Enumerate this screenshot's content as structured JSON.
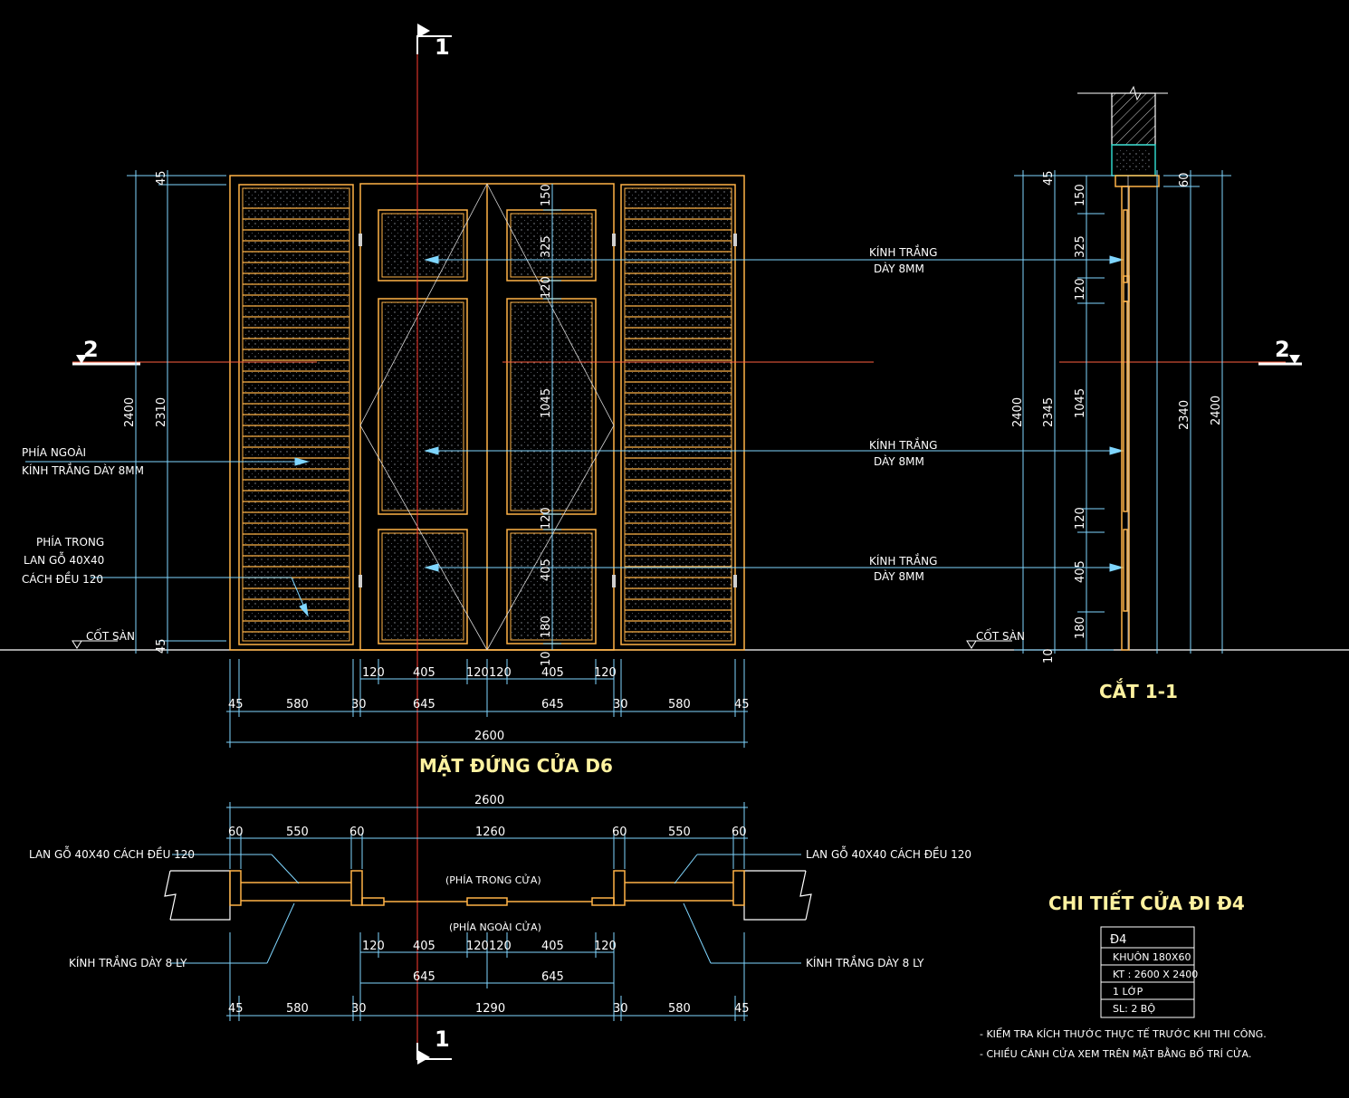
{
  "colors": {
    "background": "#000000",
    "frame": "#ffb347",
    "dimension": "#7fd6ff",
    "glass_hatch": "#9aa0a8",
    "cut_line": "#ff3b30",
    "text": "#ffffff",
    "title": "#fff2a0",
    "cyan_fill": "#2fd3c8"
  },
  "elevation": {
    "title": "MẶT ĐỨNG CỬA D6",
    "section_marker": "1",
    "cut_marker": "2",
    "callouts": {
      "outside_1": "PHÍA NGOÀI",
      "outside_2": "KÍNH TRẮNG DÀY 8MM",
      "inside_1": "PHÍA TRONG",
      "inside_2": "LAN GỖ 40X40",
      "inside_3": "CÁCH ĐỀU 120",
      "floor": "CỐT SÀN",
      "glass_1": "KÍNH TRẮNG",
      "glass_2": "DÀY 8MM"
    },
    "dims_bottom_row1": [
      "120",
      "405",
      "120",
      "120",
      "405",
      "120"
    ],
    "dims_bottom_row2": [
      "45",
      "580",
      "30",
      "645",
      "645",
      "30",
      "580",
      "45"
    ],
    "dim_total": "2600",
    "dims_left": [
      "45",
      "2400",
      "2310",
      "45"
    ],
    "dims_center": [
      "150",
      "325",
      "120",
      "1045",
      "120",
      "405",
      "180",
      "10"
    ]
  },
  "section": {
    "title": "CẮT 1-1",
    "floor": "CỐT SÀN",
    "dims_left": [
      "2400",
      "2345",
      "45",
      "10"
    ],
    "dims_inner": [
      "150",
      "325",
      "120",
      "1045",
      "120",
      "405",
      "180"
    ],
    "dims_right": [
      "60",
      "2340",
      "2400"
    ]
  },
  "plan": {
    "dims_top_total": "2600",
    "dims_top_row": [
      "60",
      "550",
      "60",
      "1260",
      "60",
      "550",
      "60"
    ],
    "inside_label": "(PHÍA TRONG CỬA)",
    "outside_label": "(PHÍA NGOÀI CỬA)",
    "callout_bar_left": "LAN GỖ 40X40 CÁCH ĐỀU 120",
    "callout_bar_right": "LAN GỖ 40X40 CÁCH ĐỀU 120",
    "callout_glass_left": "KÍNH TRẮNG DÀY 8 LY",
    "callout_glass_right": "KÍNH TRẮNG DÀY 8 LY",
    "dims_bottom_row1": [
      "120",
      "405",
      "120",
      "120",
      "405",
      "120"
    ],
    "dims_bottom_row2": [
      "645",
      "645"
    ],
    "dims_bottom_row3": [
      "45",
      "580",
      "30",
      "1290",
      "30",
      "580",
      "45"
    ]
  },
  "detail": {
    "title": "CHI TIẾT CỬA ĐI Đ4",
    "table": [
      "Đ4",
      "KHUÔN 180X60",
      "KT : 2600 X 2400",
      "1 LỚP",
      "SL: 2 BỘ"
    ],
    "notes": [
      "- KIỂM TRA KÍCH THƯỚC THỰC TẾ TRƯỚC KHI THI CÔNG.",
      "- CHIỀU CÁNH CỬA XEM TRÊN MẶT BẰNG BỐ TRÍ CỬA."
    ]
  }
}
